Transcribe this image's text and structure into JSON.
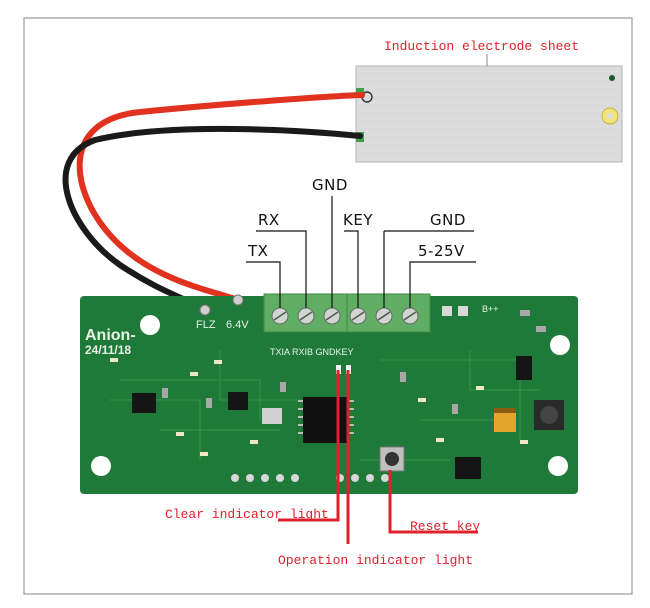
{
  "callouts": {
    "electrode": "Induction electrode sheet",
    "clear_light": "Clear indicator light",
    "operation_light": "Operation indicator light",
    "reset_key": "Reset key"
  },
  "pins": [
    "TX",
    "RX",
    "GND",
    "KEY",
    "GND",
    "5-25V"
  ],
  "board": {
    "name": "Anion-",
    "date": "24/11/18",
    "flz": "FLZ",
    "voltage": "6.4V",
    "header_silk": "TXIA RXIB GNDKEY",
    "bpp": "B++"
  },
  "colors": {
    "pcb": "#1f7a3a",
    "terminal": "#5fae63",
    "callout": "#e0202a",
    "electrode": "#d9d9d9"
  }
}
